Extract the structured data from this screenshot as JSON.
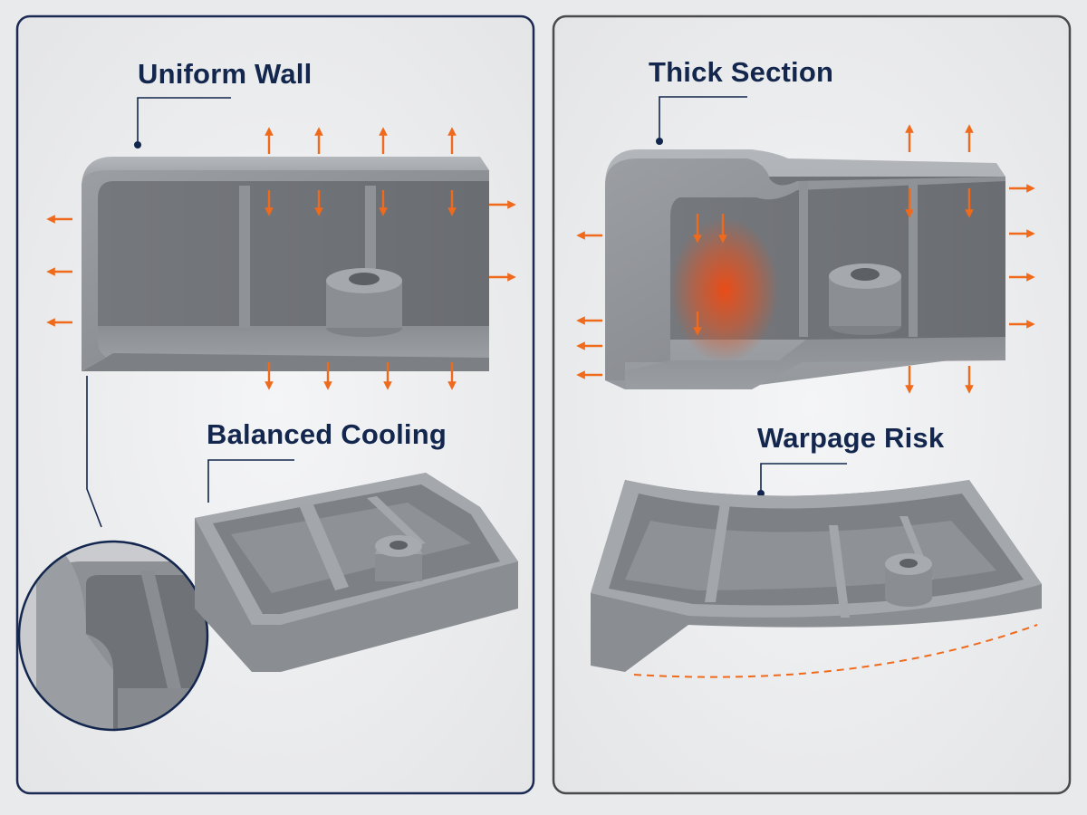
{
  "panels": {
    "left": {
      "border_color": "#1a2a52",
      "labels": {
        "top": "Uniform Wall",
        "bottom": "Balanced Cooling"
      }
    },
    "right": {
      "border_color": "#4a4a4a",
      "labels": {
        "top": "Thick Section",
        "bottom": "Warpage Risk"
      }
    }
  },
  "colors": {
    "arrow": "#ef6a1c",
    "label_text": "#13264d",
    "part_gray": "#8a8d92",
    "hot_spot": "#e8501a"
  }
}
